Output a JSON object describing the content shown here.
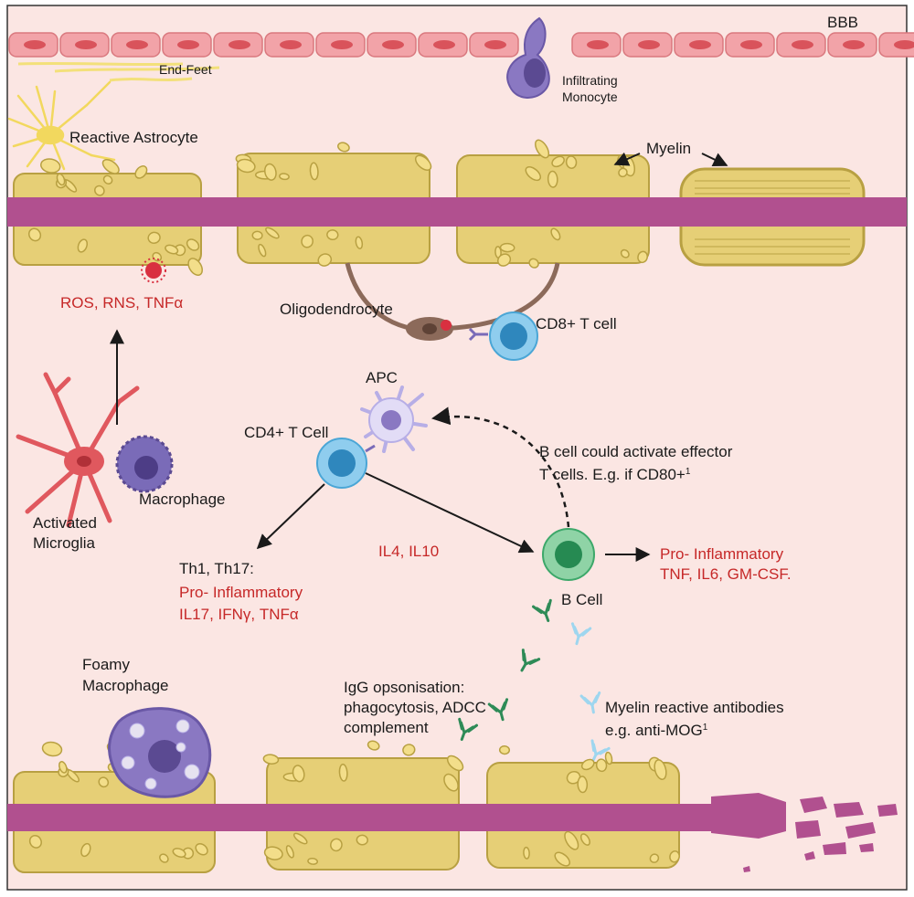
{
  "colors": {
    "background": "#fbe6e3",
    "axon": "#b1508f",
    "myelin": "#e6cf76",
    "myelin_edge": "#b8a042",
    "endothelium": "#f2a3a8",
    "microglia": "#e0585e",
    "macrophage": "#7a6bb8",
    "t_cell": "#4aa6d6",
    "b_cell": "#3da86a",
    "oligodendrocyte": "#8c6a5a",
    "cytokine_text": "#c62828"
  },
  "labels": {
    "bbb": "BBB",
    "end_feet": "End-Feet",
    "infiltrating_monocyte": [
      "Infiltrating",
      "Monocyte"
    ],
    "reactive_astrocyte": "Reactive Astrocyte",
    "myelin": "Myelin",
    "ros_rns_tnfa": "ROS, RNS, TNFα",
    "oligodendrocyte": "Oligodendrocyte",
    "cd8_t_cell": "CD8+ T cell",
    "apc": "APC",
    "cd4_t_cell": "CD4+ T Cell",
    "b_cell_note": [
      "B cell could activate effector",
      "T cells. E.g. if CD80+"
    ],
    "b_cell_note_ref": "1",
    "activated_microglia": [
      "Activated",
      "Microglia"
    ],
    "macrophage": "Macrophage",
    "il4_il10": "IL4, IL10",
    "th_subsets": "Th1, Th17:",
    "th_pro_inflammatory": [
      "Pro- Inflammatory",
      "IL17, IFNγ, TNFα"
    ],
    "b_cell": "B Cell",
    "b_pro_inflammatory": [
      "Pro- Inflammatory",
      "TNF, IL6, GM-CSF."
    ],
    "foamy_macrophage": [
      "Foamy",
      "Macrophage"
    ],
    "igg_opsonisation": [
      "IgG opsonisation:",
      "phagocytosis, ADCC",
      "complement"
    ],
    "myelin_reactive_antibodies": [
      "Myelin reactive antibodies",
      "e.g. anti-MOG"
    ],
    "anti_mog_ref": "1"
  }
}
